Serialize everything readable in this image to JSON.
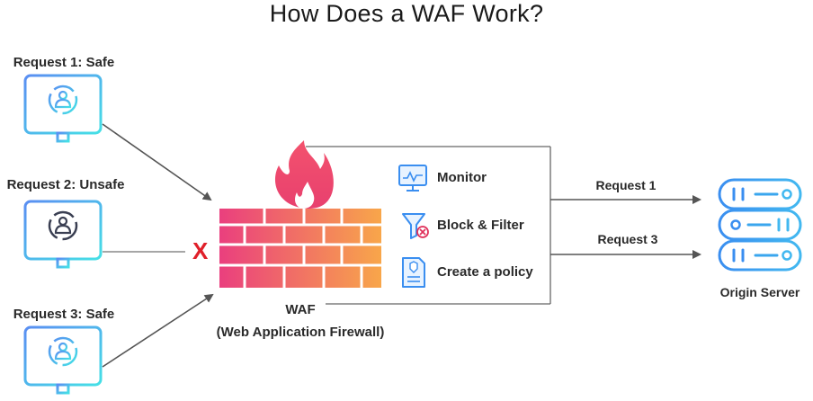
{
  "title": "How Does a WAF Work?",
  "requests": [
    {
      "label": "Request 1: Safe",
      "status": "safe"
    },
    {
      "label": "Request 2: Unsafe",
      "status": "blocked"
    },
    {
      "label": "Request 3: Safe",
      "status": "safe"
    }
  ],
  "blocked_mark": "X",
  "waf": {
    "name": "WAF",
    "full_name": "(Web Application Firewall)"
  },
  "features": [
    {
      "label": "Monitor",
      "icon": "monitor-chart-icon"
    },
    {
      "label": "Block & Filter",
      "icon": "filter-block-icon"
    },
    {
      "label": "Create a policy",
      "icon": "policy-document-icon"
    }
  ],
  "forwarded": [
    {
      "label": "Request 1"
    },
    {
      "label": "Request 3"
    }
  ],
  "server": {
    "label": "Origin Server",
    "icon": "server-stack-icon"
  },
  "colors": {
    "monitor_gradient_start": "#5aa0f0",
    "monitor_gradient_end": "#4fe0e0",
    "brick_left": "#e8407a",
    "brick_right": "#f7a84a",
    "blocked": "#e0202a",
    "server": "#3aa6ee",
    "arrow": "#555555"
  }
}
